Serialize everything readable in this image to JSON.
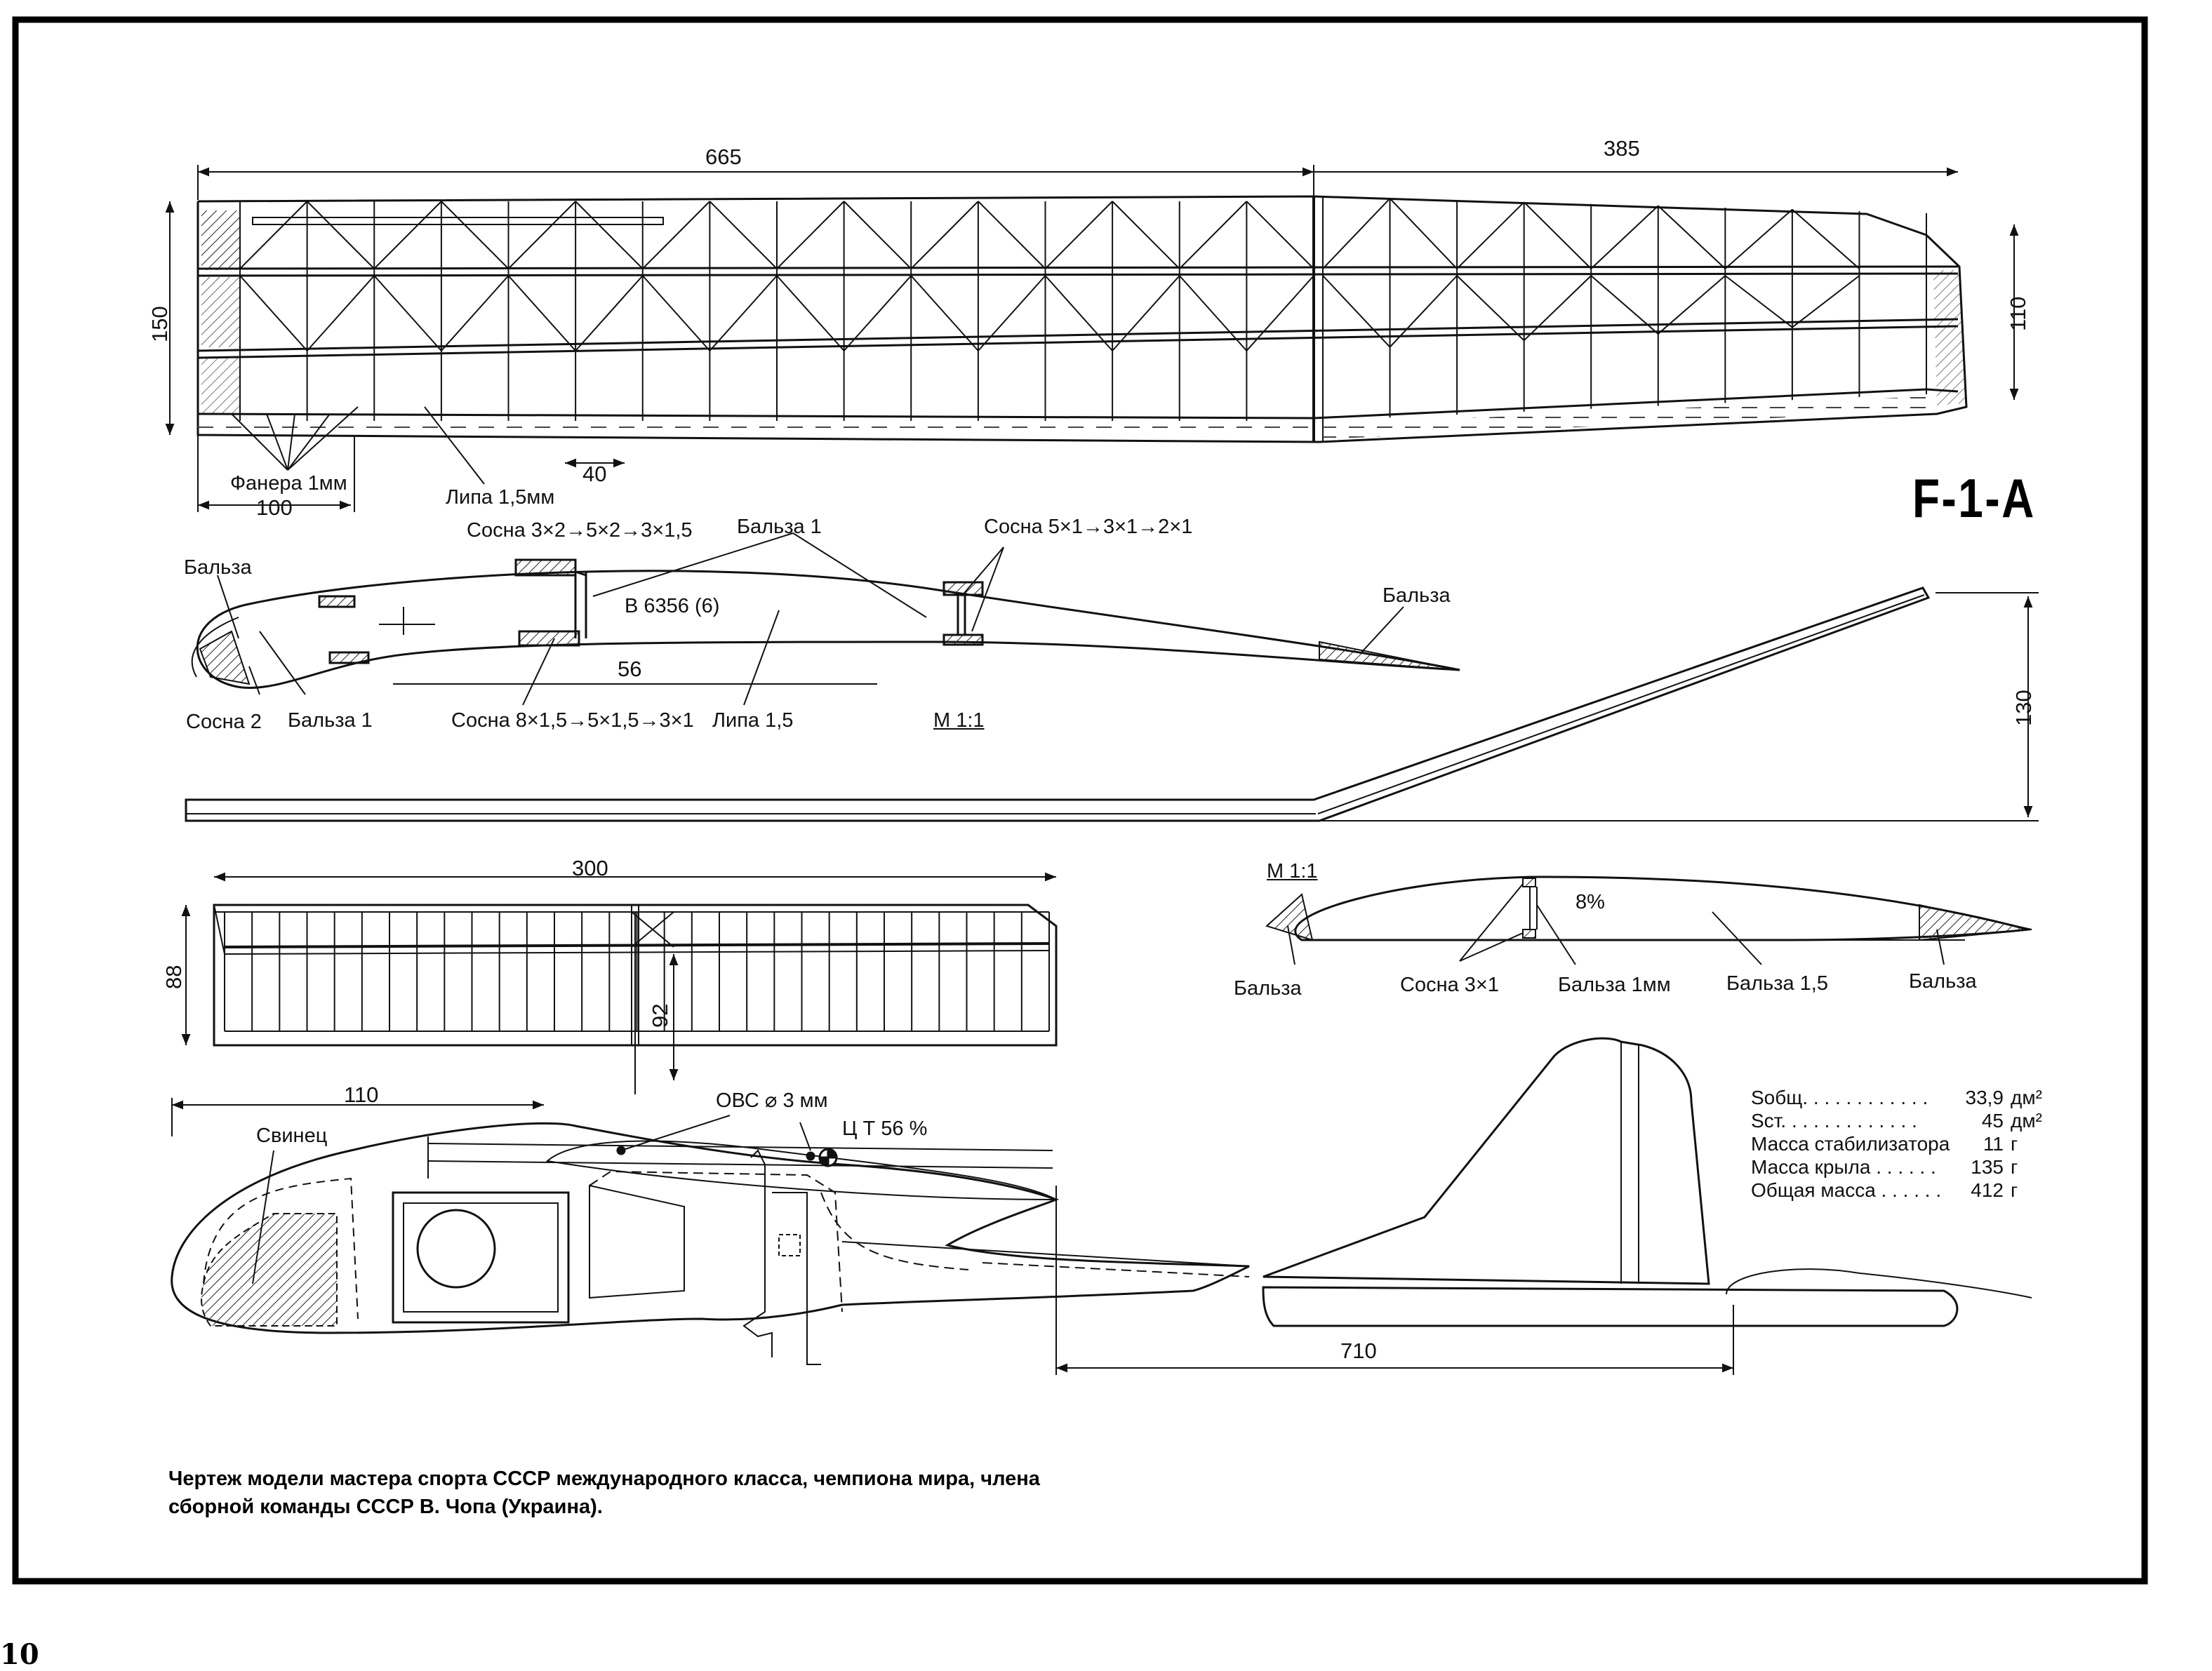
{
  "title": "F-1-A",
  "page_number": "10",
  "caption": {
    "line1": "Чертеж модели мастера спорта СССР международного класса, чемпиона мира, члена",
    "line2": "сборной команды СССР В. Чопа (Украина)."
  },
  "wing_plan": {
    "dim_inner_span": "665",
    "dim_outer_span": "385",
    "dim_root_chord": "150",
    "dim_tip_chord": "110",
    "dim_rib_pitch": "40",
    "dim_plywood_zone": "100",
    "note_plywood": "Фанера 1мм",
    "note_lime": "Липа 1,5мм"
  },
  "wing_section": {
    "profile": "В 6356 (6)",
    "dim_56": "56",
    "scale": "М 1:1",
    "note_pine_top": "Сосна 3×2→5×2→3×1,5",
    "note_balsa1_top": "Бальза 1",
    "note_pine_rear": "Сосна  5×1→3×1→2×1",
    "note_balsa_le": "Бальза",
    "note_balsa_te": "Бальза",
    "note_pine2": "Сосна 2",
    "note_balsa1_bottom": "Бальза 1",
    "note_pine_bottom": "Сосна 8×1,5→5×1,5→3×1",
    "note_lime15": "Липа 1,5"
  },
  "dihedral": {
    "dim_130": "130"
  },
  "stabilizer_plan": {
    "dim_span": "300",
    "dim_chord": "88",
    "dim_92": "92"
  },
  "stabilizer_section": {
    "scale": "М 1:1",
    "thickness": "8%",
    "note_balsa_le": "Бальза",
    "note_pine": "Сосна 3×1",
    "note_balsa1mm": "Бальза 1мм",
    "note_balsa15": "Бальза 1,5",
    "note_balsa_te": "Бальза"
  },
  "fuselage": {
    "dim_110": "110",
    "dim_710": "710",
    "note_lead": "Свинец",
    "note_ovs": "ОВС ⌀ 3 мм",
    "note_cg": "Ц Т  56 %"
  },
  "specs": [
    {
      "name": "Sобщ. . . . . . . . . . . . ",
      "value": "33,9",
      "unit": "дм²"
    },
    {
      "name": "Sст. . . . . . . . . . . . . ",
      "value": "45",
      "unit": "дм²"
    },
    {
      "name": "Масса стабилизатора",
      "value": "11",
      "unit": "г"
    },
    {
      "name": "Масса крыла . . . . . .",
      "value": "135",
      "unit": "г"
    },
    {
      "name": "Общая масса . . . . . .",
      "value": "412",
      "unit": "г"
    }
  ]
}
